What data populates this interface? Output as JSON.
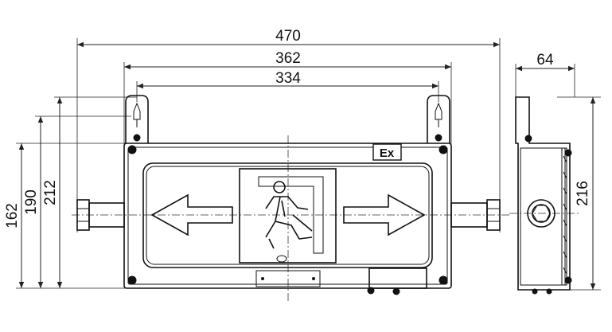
{
  "dimensions": {
    "overall_width": "470",
    "housing_width": "362",
    "bracket_spacing": "334",
    "side_depth": "64",
    "height_162": "162",
    "height_190": "190",
    "height_212": "212",
    "side_height": "216"
  },
  "marking": "Ex"
}
